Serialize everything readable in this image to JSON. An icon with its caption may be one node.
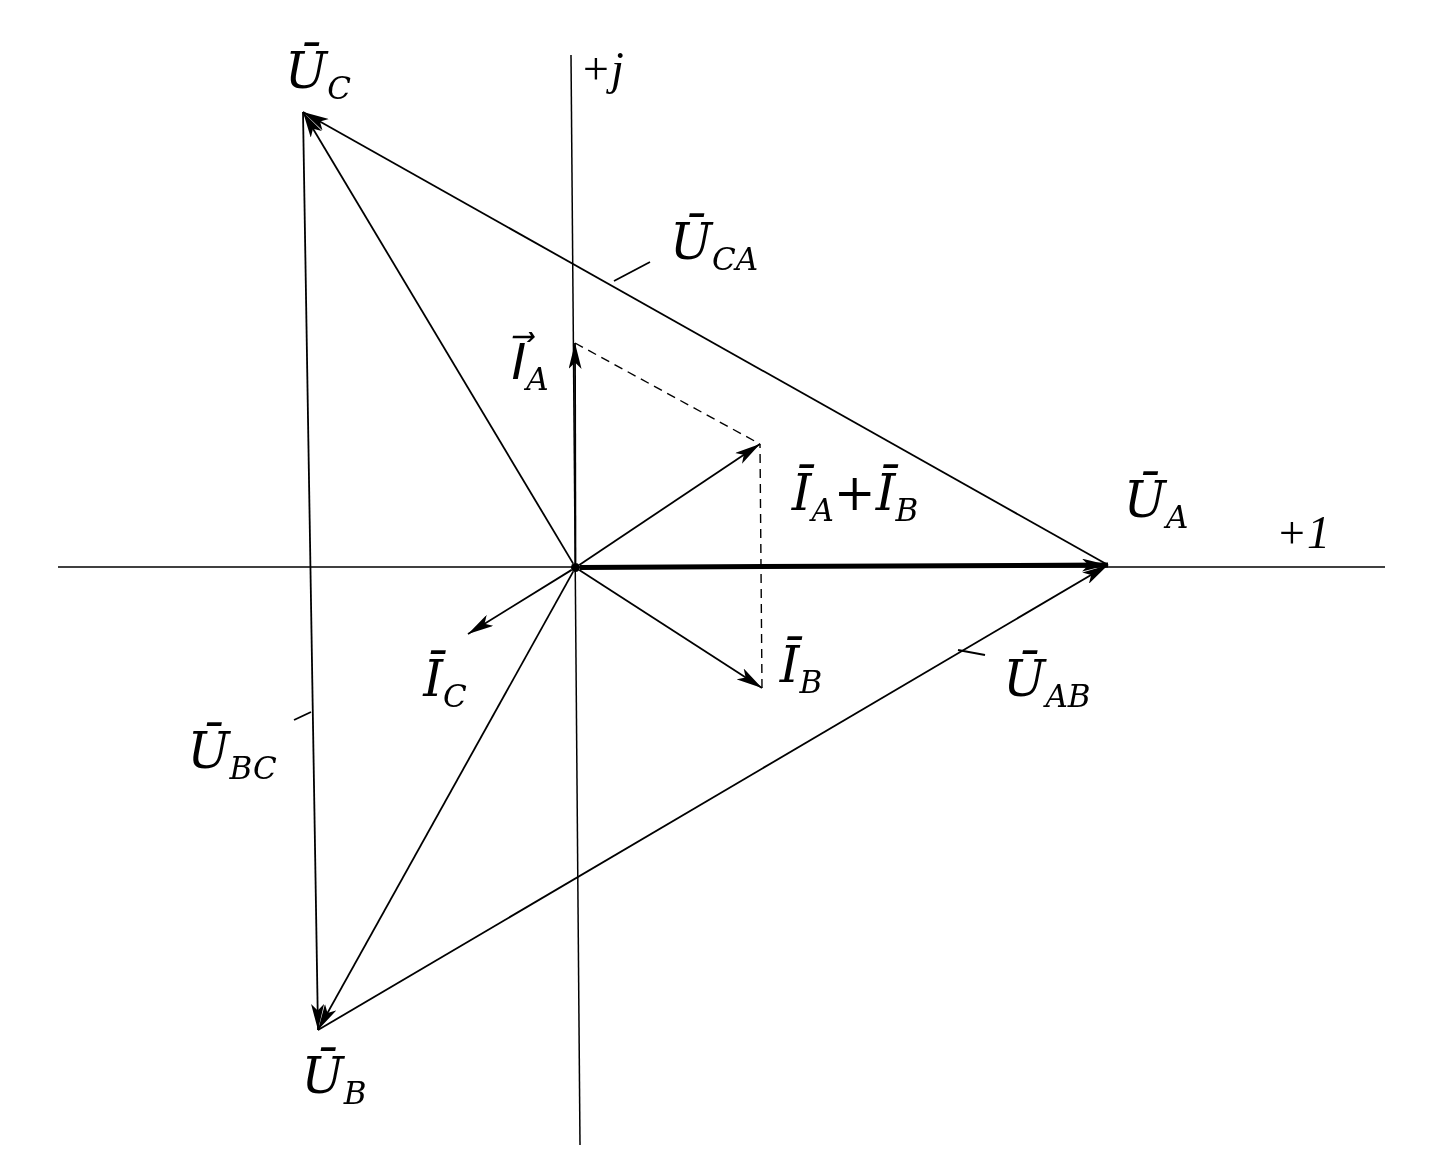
{
  "diagram": {
    "nodes": [
      {
        "text": [],
        "shape": "circle"
      },
      {
        "text": [
          "Ū$_{C}$"
        ]
      },
      {
        "text": [
          "Ū$_{A}$"
        ]
      },
      {
        "text": [
          "Ū$_{B}$"
        ]
      },
      {
        "text": [
          "I⃗$_{A}$"
        ]
      },
      {
        "text": [
          "Ī$_{A}$+Ī$_{B}$"
        ]
      },
      {
        "text": [
          "Ī$_{B}$"
        ]
      },
      {
        "text": [
          "Ī$_{C}$"
        ]
      },
      {
        "text": [
          "Ū$_{CA}$"
        ]
      },
      {
        "text": [
          "Ū$_{AB}$"
        ]
      },
      {
        "text": [
          "Ū$_{BC}$"
        ]
      }
    ],
    "edges": [
      {
        "from": 0,
        "to": 2,
        "arrow": "to",
        "style": "thick"
      },
      {
        "from": 0,
        "to": 3,
        "arrow": "to"
      },
      {
        "from": 0,
        "to": 1,
        "arrow": "to"
      },
      {
        "from": 0,
        "to": 4,
        "arrow": "to"
      },
      {
        "from": 0,
        "to": 6,
        "arrow": "to"
      },
      {
        "from": 0,
        "to": 7,
        "arrow": "to"
      },
      {
        "from": 0,
        "to": 5,
        "arrow": "to"
      },
      {
        "from": 2,
        "to": 1,
        "arrow": "to"
      },
      {
        "from": 1,
        "to": 3,
        "arrow": "to"
      },
      {
        "from": 3,
        "to": 2,
        "arrow": "to"
      },
      {
        "from": 4,
        "to": 5,
        "arrow": "none",
        "style": "dashed"
      },
      {
        "from": 6,
        "to": 5,
        "arrow": "none",
        "style": "dashed"
      },
      {
        "from": 8,
        "to": null,
        "arrow": "none"
      },
      {
        "from": 9,
        "to": null,
        "arrow": "none"
      },
      {
        "from": 10,
        "to": null,
        "arrow": "none"
      }
    ],
    "labels": [
      "+j",
      "+1"
    ]
  }
}
